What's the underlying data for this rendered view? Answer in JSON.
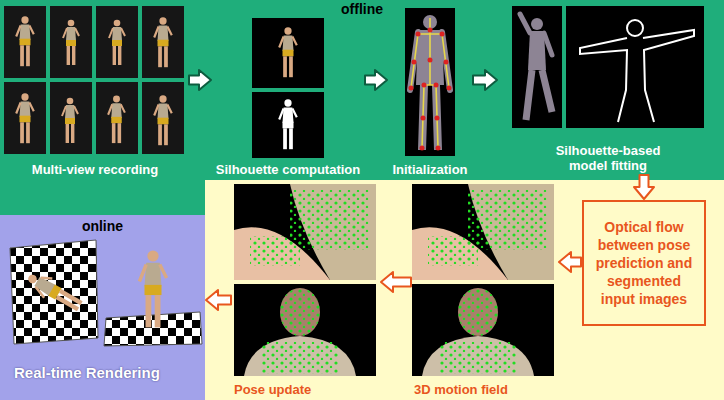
{
  "diagram": {
    "nodes": [
      {
        "text": [
          "offline"
        ]
      },
      {
        "text": [
          "Multi-view recording"
        ],
        "in": 0
      },
      {
        "text": [
          "Silhouette computation"
        ],
        "in": 0
      },
      {
        "text": [
          "Initialization"
        ],
        "in": 0
      },
      {
        "text": [
          "Silhouette-based model fitting"
        ],
        "in": 0
      },
      {
        "text": [
          "Optical flow between pose prediction and segmented input images"
        ]
      },
      {
        "text": [
          "3D motion field"
        ]
      },
      {
        "text": [
          "Pose update"
        ]
      },
      {
        "text": [
          "online",
          "Real-time Rendering"
        ]
      }
    ],
    "edges": [
      {
        "from": 1,
        "to": 2,
        "arrow": "to"
      },
      {
        "from": 2,
        "to": 3,
        "arrow": "to"
      },
      {
        "from": 3,
        "to": 4,
        "arrow": "to"
      },
      {
        "from": 4,
        "to": 5,
        "arrow": "to"
      },
      {
        "from": 5,
        "to": 6,
        "arrow": "to"
      },
      {
        "from": 6,
        "to": 7,
        "arrow": "to"
      },
      {
        "from": 7,
        "to": 8,
        "arrow": "to"
      }
    ]
  }
}
